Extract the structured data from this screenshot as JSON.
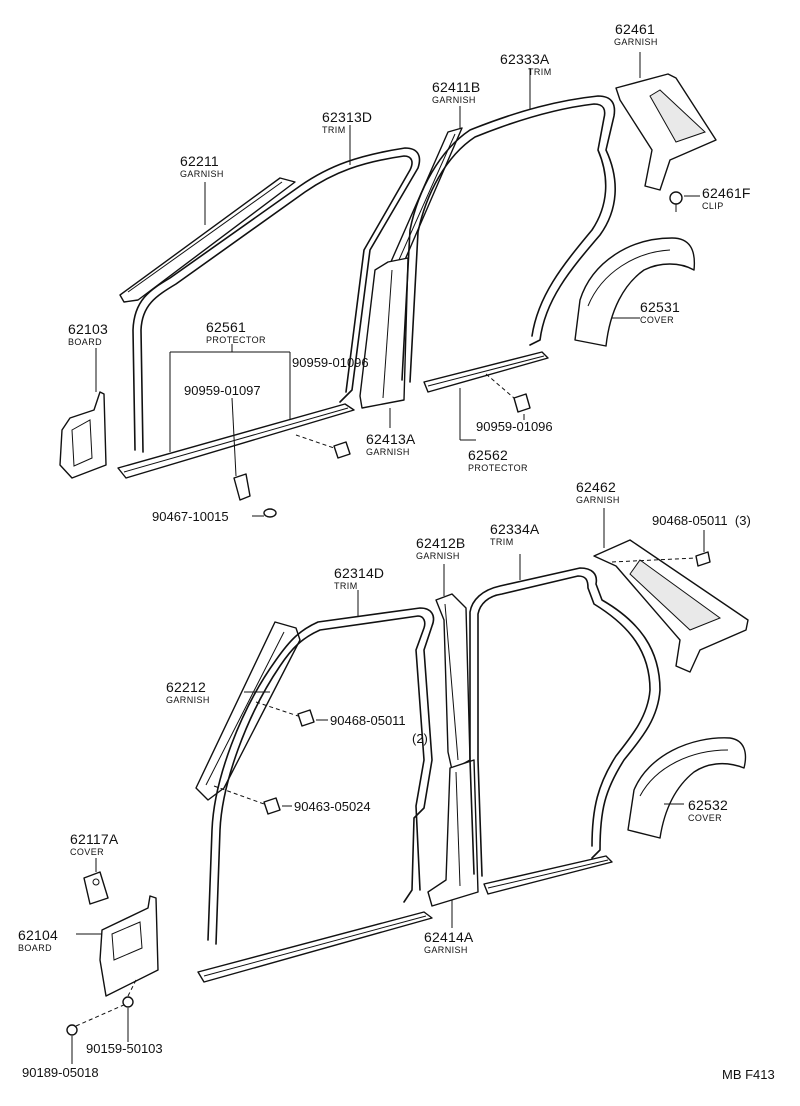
{
  "parts": [
    {
      "id": "p62461",
      "number": "62461",
      "desc": "GARNISH"
    },
    {
      "id": "p62333a",
      "number": "62333A",
      "desc": "TRIM"
    },
    {
      "id": "p62411b",
      "number": "62411B",
      "desc": "GARNISH"
    },
    {
      "id": "p62313d",
      "number": "62313D",
      "desc": "TRIM"
    },
    {
      "id": "p62211",
      "number": "62211",
      "desc": "GARNISH"
    },
    {
      "id": "p62461f",
      "number": "62461F",
      "desc": "CLIP"
    },
    {
      "id": "p62531",
      "number": "62531",
      "desc": "COVER"
    },
    {
      "id": "p62103",
      "number": "62103",
      "desc": "BOARD"
    },
    {
      "id": "p62561",
      "number": "62561",
      "desc": "PROTECTOR"
    },
    {
      "id": "p62413a",
      "number": "62413A",
      "desc": "GARNISH"
    },
    {
      "id": "p62562",
      "number": "62562",
      "desc": "PROTECTOR"
    },
    {
      "id": "p62462",
      "number": "62462",
      "desc": "GARNISH"
    },
    {
      "id": "p62412b",
      "number": "62412B",
      "desc": "GARNISH"
    },
    {
      "id": "p62334a",
      "number": "62334A",
      "desc": "TRIM"
    },
    {
      "id": "p62314d",
      "number": "62314D",
      "desc": "TRIM"
    },
    {
      "id": "p62212",
      "number": "62212",
      "desc": "GARNISH"
    },
    {
      "id": "p62532",
      "number": "62532",
      "desc": "COVER"
    },
    {
      "id": "p62117a",
      "number": "62117A",
      "desc": "COVER"
    },
    {
      "id": "p62414a",
      "number": "62414A",
      "desc": "GARNISH"
    },
    {
      "id": "p62104",
      "number": "62104",
      "desc": "BOARD"
    }
  ],
  "fasteners": [
    {
      "id": "f1",
      "number": "90959-01096"
    },
    {
      "id": "f2",
      "number": "90959-01097"
    },
    {
      "id": "f3",
      "number": "90959-01096"
    },
    {
      "id": "f4",
      "number": "90467-10015"
    },
    {
      "id": "f5",
      "number": "90468-05011",
      "qty": "(3)"
    },
    {
      "id": "f6",
      "number": "90468-05011",
      "qty": "(2)"
    },
    {
      "id": "f7",
      "number": "90463-05024"
    },
    {
      "id": "f8",
      "number": "90159-50103"
    },
    {
      "id": "f9",
      "number": "90189-05018"
    }
  ],
  "diagram_code": "MB  F413"
}
